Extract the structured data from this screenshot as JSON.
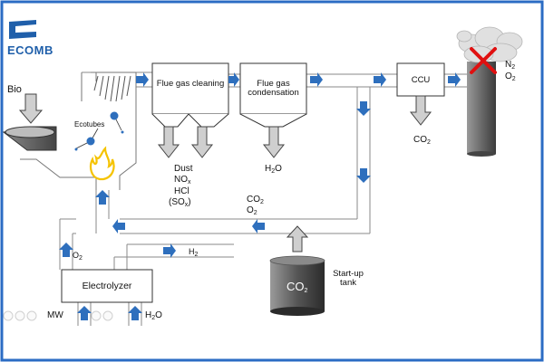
{
  "brand": {
    "name": "ECOMB",
    "color": "#1f5faa"
  },
  "colors": {
    "flow": "#2e6fbd",
    "box_stroke": "#333333",
    "stack": "#555555",
    "cross": "#e01010"
  },
  "labels": {
    "bio": "Bio",
    "ecotubes": "Ecotubes",
    "flue_gas_cleaning": "Flue gas cleaning",
    "flue_gas_condensation": "Flue gas condensation",
    "ccu": "CCU",
    "electrolyzer": "Electrolyzer",
    "dust": "Dust",
    "nox_main": "NO",
    "nox_sub": "x",
    "hcl": "HCl",
    "sox_main": "(SO",
    "sox_sub": "x",
    "sox_close": ")",
    "h2o_main": "H",
    "h2o_sub": "2",
    "h2o_tail": "O",
    "co2_main": "CO",
    "co2_sub": "2",
    "o2_main": "O",
    "o2_sub": "2",
    "n2_main": "N",
    "n2_sub": "2",
    "h2_main": "H",
    "h2_sub": "2",
    "mw": "MW",
    "startup_tank": "Start-up tank"
  },
  "icons": [
    "flame-icon",
    "blocked-emission-cross-icon",
    "smoke-cloud-icon"
  ]
}
